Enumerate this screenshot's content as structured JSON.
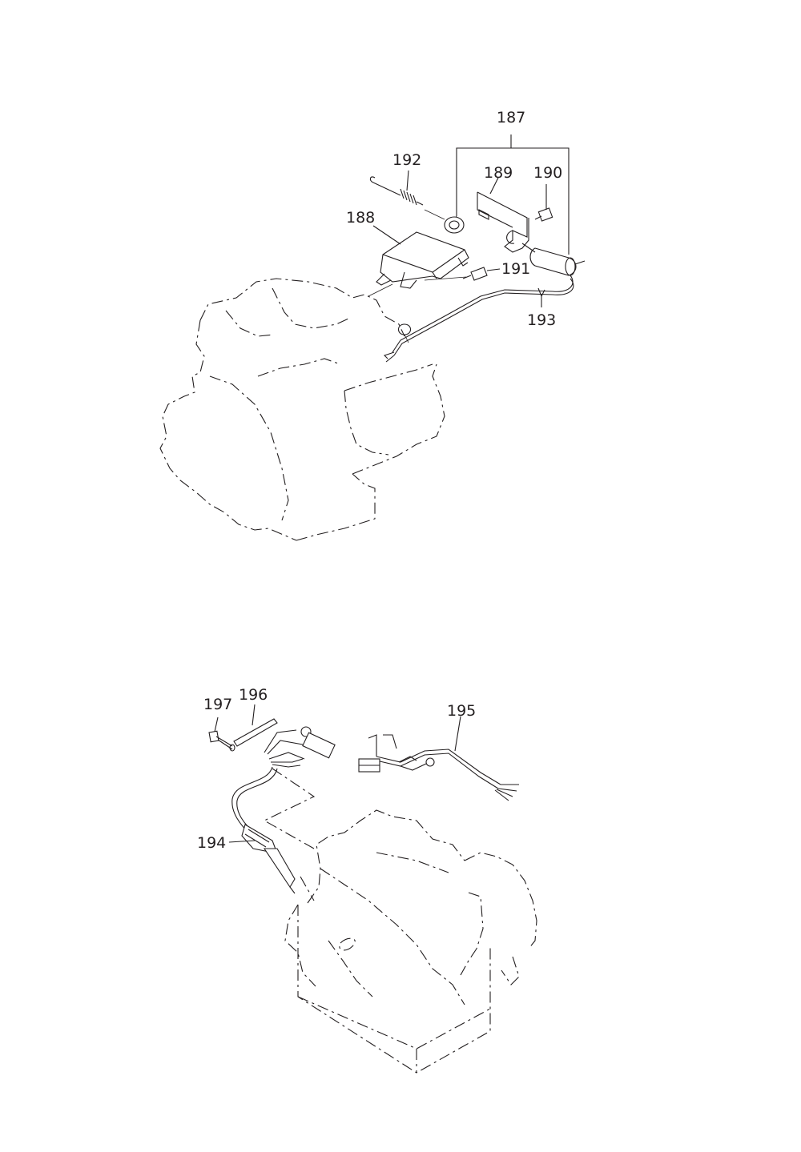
{
  "callouts": {
    "c187": "187",
    "c188": "188",
    "c189": "189",
    "c190": "190",
    "c191": "191",
    "c192": "192",
    "c193": "193",
    "c194": "194",
    "c195": "195",
    "c196": "196",
    "c197": "197"
  }
}
